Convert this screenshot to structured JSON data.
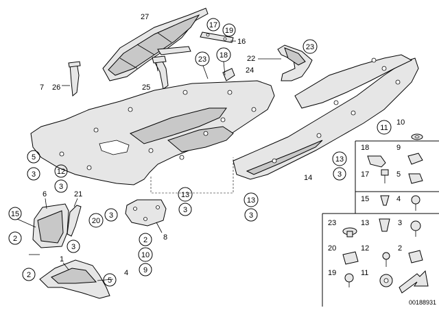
{
  "plain_labels": [
    {
      "id": "p27",
      "text": "27"
    },
    {
      "id": "p16",
      "text": "16"
    },
    {
      "id": "p22",
      "text": "22"
    },
    {
      "id": "p24",
      "text": "24"
    },
    {
      "id": "p25",
      "text": "25"
    },
    {
      "id": "p7",
      "text": "7"
    },
    {
      "id": "p26",
      "text": "26"
    },
    {
      "id": "p6",
      "text": "6"
    },
    {
      "id": "p21",
      "text": "21"
    },
    {
      "id": "p1",
      "text": "1"
    },
    {
      "id": "p4",
      "text": "4"
    },
    {
      "id": "p8",
      "text": "8"
    },
    {
      "id": "p14",
      "text": "14"
    },
    {
      "id": "p10a",
      "text": "10"
    },
    {
      "id": "p9a",
      "text": "9"
    },
    {
      "id": "p17a",
      "text": "17"
    },
    {
      "id": "p5a",
      "text": "5"
    },
    {
      "id": "p4a",
      "text": "4"
    },
    {
      "id": "p3a",
      "text": "3"
    },
    {
      "id": "p13a",
      "text": "13"
    },
    {
      "id": "p12a",
      "text": "12"
    },
    {
      "id": "p2a",
      "text": "2"
    },
    {
      "id": "p11a",
      "text": "11"
    }
  ],
  "circled_labels": [
    {
      "id": "c17",
      "text": "17"
    },
    {
      "id": "c19",
      "text": "19"
    },
    {
      "id": "c23top",
      "text": "23"
    },
    {
      "id": "c23mid",
      "text": "23"
    },
    {
      "id": "c18",
      "text": "18"
    },
    {
      "id": "c5l",
      "text": "5"
    },
    {
      "id": "c3l",
      "text": "3"
    },
    {
      "id": "c12",
      "text": "12"
    },
    {
      "id": "c3l2",
      "text": "3"
    },
    {
      "id": "c15",
      "text": "15"
    },
    {
      "id": "c2l",
      "text": "2"
    },
    {
      "id": "c3l3",
      "text": "3"
    },
    {
      "id": "c20",
      "text": "20"
    },
    {
      "id": "c3m",
      "text": "3"
    },
    {
      "id": "c2b",
      "text": "2"
    },
    {
      "id": "c5b",
      "text": "5"
    },
    {
      "id": "c2m",
      "text": "2"
    },
    {
      "id": "c10m",
      "text": "10"
    },
    {
      "id": "c9m",
      "text": "9"
    },
    {
      "id": "c13m",
      "text": "13"
    },
    {
      "id": "c3m2",
      "text": "3"
    },
    {
      "id": "c13c",
      "text": "13"
    },
    {
      "id": "c3c",
      "text": "3"
    },
    {
      "id": "c13r",
      "text": "13"
    },
    {
      "id": "c3r",
      "text": "3"
    },
    {
      "id": "c11",
      "text": "11"
    }
  ],
  "legend_labels": [
    {
      "id": "l18",
      "text": "18"
    },
    {
      "id": "l9",
      "text": "9"
    },
    {
      "id": "l17",
      "text": "17"
    },
    {
      "id": "l5",
      "text": "5"
    },
    {
      "id": "l15",
      "text": "15"
    },
    {
      "id": "l4",
      "text": "4"
    },
    {
      "id": "l23",
      "text": "23"
    },
    {
      "id": "l13",
      "text": "13"
    },
    {
      "id": "l3",
      "text": "3"
    },
    {
      "id": "l20",
      "text": "20"
    },
    {
      "id": "l12",
      "text": "12"
    },
    {
      "id": "l2",
      "text": "2"
    },
    {
      "id": "l19",
      "text": "19"
    },
    {
      "id": "l11",
      "text": "11"
    }
  ],
  "document_id": "00188931"
}
